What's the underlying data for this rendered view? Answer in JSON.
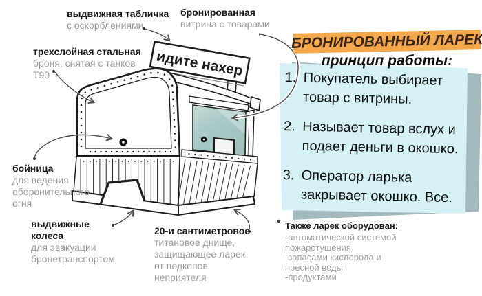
{
  "sign_text": "идите нахер",
  "panel": {
    "title": "БРОНИРОВАННЫЙ ЛАРЕК",
    "subtitle": "принцип работы:",
    "steps": [
      {
        "num": "1.",
        "text": "Покупатель выбирает товар с витрины."
      },
      {
        "num": "2.",
        "text": "Называет товар вслух и подает деньги в окошко."
      },
      {
        "num": "3.",
        "text": "Оператор ларька закрывает окошко. Все."
      }
    ]
  },
  "callouts": {
    "sign_plate": {
      "title": "выдвижная табличка",
      "desc": "с оскорблениями"
    },
    "showcase": {
      "title": "бронированная",
      "desc": "витрина с товарами"
    },
    "armor": {
      "title": "трехслойная стальная",
      "desc": "броня, снятая с танков Т90"
    },
    "embrasure": {
      "title": "бойница",
      "desc": "для ведения оборонительного огня"
    },
    "wheels": {
      "title": "выдвижные колеса",
      "desc": "для эвакуации бронетранспортом"
    },
    "bottom_plate": {
      "title": "20-и сантиметровое",
      "desc": "титановое днище, защищающее ларек от подкопов неприятеля"
    }
  },
  "equipment": {
    "title": "Также ларек оборудован:",
    "items": [
      "-автоматической системой пожаротушения",
      "-запасами кислорода и пресной воды",
      "-продуктами"
    ]
  },
  "colors": {
    "highlight_orange": "#f2a84b",
    "panel_cyan": "#d5f1f5",
    "panel_shadow": "#a3babc",
    "glass_teal": "#a9cac5",
    "label_gray": "#9b9b9b",
    "ink": "#1d1d1d"
  }
}
